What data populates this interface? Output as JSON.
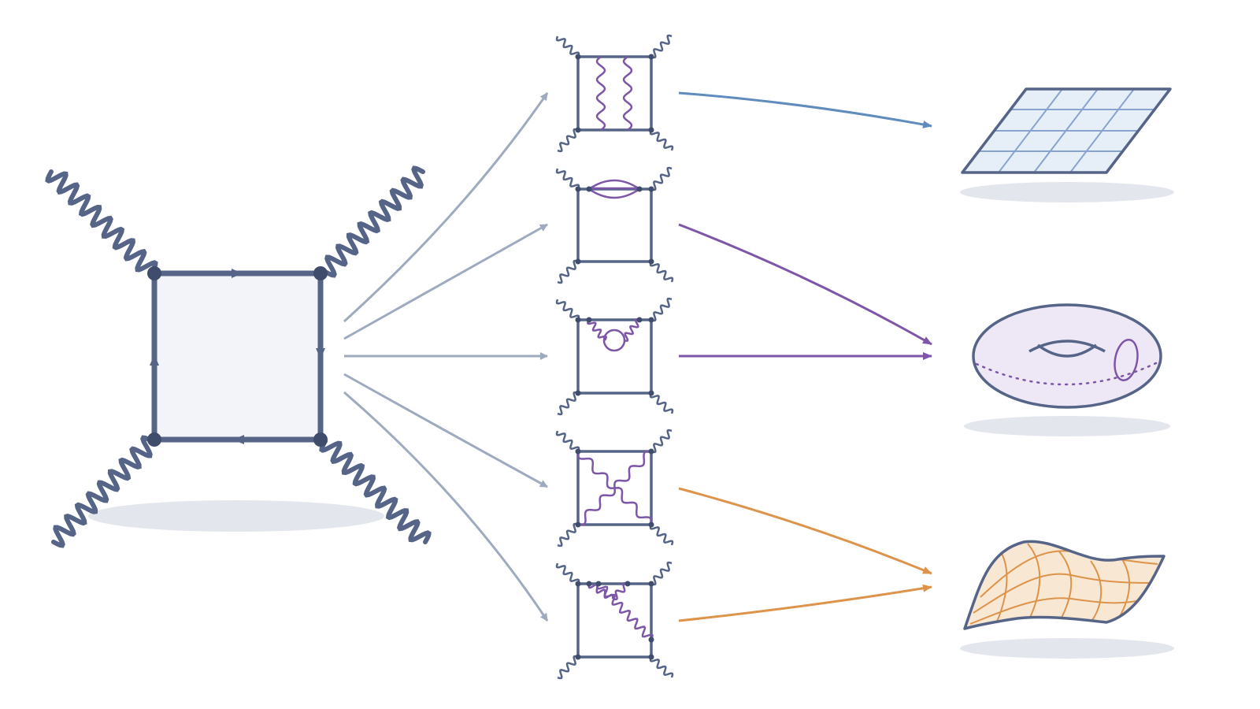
{
  "colors": {
    "ink": "#566587",
    "vertex": "#3f4c6b",
    "boxFill": "#f3f4f9",
    "shadow": "#e3e6ec",
    "arrowGray": "#9eabbf",
    "blue": "#5f8bbd",
    "purple": "#7d56a8",
    "orange": "#dd934a",
    "planeFill": "#e6eef8",
    "planeGrid": "#88a3cf",
    "torusFill": "#eee8f6",
    "surfFill": "#f8e7d3"
  },
  "icons": {
    "source": "box-feynman-diagram",
    "targets": [
      "flat-plane-grid-icon",
      "torus-surface-icon",
      "curved-surface-icon"
    ]
  },
  "diagrams": [
    {
      "name": "ladder-two-rung",
      "arrow_color": "blue",
      "target": "flat-plane"
    },
    {
      "name": "bubble-top-edge",
      "arrow_color": "purple",
      "target": "torus"
    },
    {
      "name": "self-energy-loop",
      "arrow_color": "purple",
      "target": "torus"
    },
    {
      "name": "crossed-box",
      "arrow_color": "orange",
      "target": "curved-surface"
    },
    {
      "name": "diagonal-rung",
      "arrow_color": "orange",
      "target": "curved-surface"
    }
  ]
}
